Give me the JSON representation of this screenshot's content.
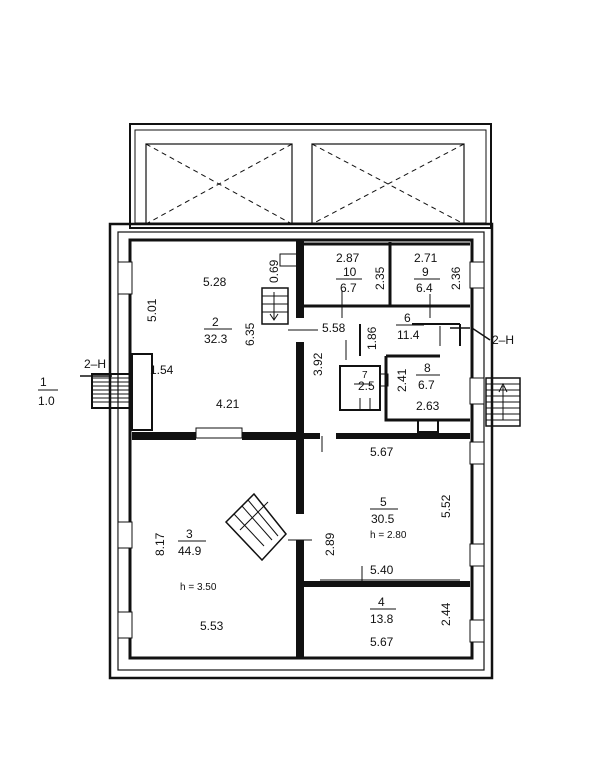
{
  "colors": {
    "ink": "#111111",
    "paper": "#ffffff"
  },
  "rooms": {
    "r1": {
      "number": "1",
      "area": "1.0"
    },
    "r2": {
      "number": "2",
      "area": "32.3"
    },
    "r3": {
      "number": "3",
      "area": "44.9"
    },
    "r4": {
      "number": "4",
      "area": "13.8"
    },
    "r5": {
      "number": "5",
      "area": "30.5"
    },
    "r6": {
      "number": "6",
      "area": "11.4"
    },
    "r7": {
      "number": "7",
      "area": "2.5"
    },
    "r8": {
      "number": "8",
      "area": "6.7"
    },
    "r9": {
      "number": "9",
      "area": "6.4"
    },
    "r10": {
      "number": "10",
      "area": "6.7"
    }
  },
  "dimensions": {
    "d_528": "5.28",
    "d_069": "0.69",
    "d_501": "5.01",
    "d_635": "6.35",
    "d_558": "5.58",
    "d_186": "1.86",
    "d_392": "3.92",
    "d_287": "2.87",
    "d_235": "2.35",
    "d_271": "2.71",
    "d_236": "2.36",
    "d_241": "2.41",
    "d_263": "2.63",
    "d_421": "4.21",
    "d_154": "1.54",
    "d_567a": "5.67",
    "d_552": "5.52",
    "d_289": "2.89",
    "d_540": "5.40",
    "d_817": "8.17",
    "d_553": "5.53",
    "d_244": "2.44",
    "d_567b": "5.67"
  },
  "heights": {
    "h_r3": "h = 3.50",
    "h_r5": "h = 2.80"
  },
  "section_marks": {
    "left": "2–Н",
    "right": "2–Н"
  }
}
